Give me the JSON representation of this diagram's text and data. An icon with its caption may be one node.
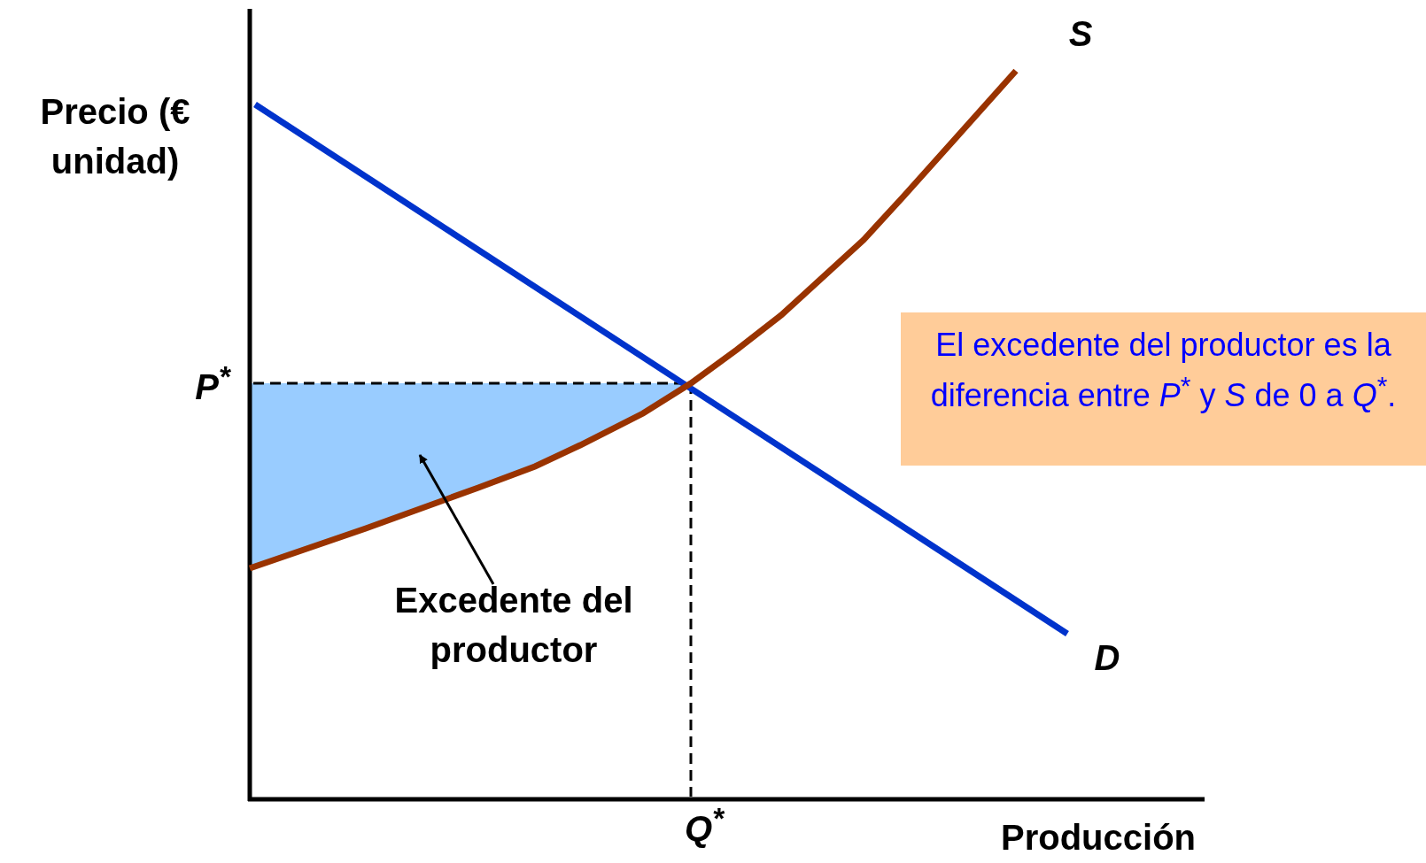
{
  "diagram": {
    "nodes": [
      {
        "text": [],
        "shape": "area"
      },
      {
        "text": [
          "Excedente del productor"
        ]
      },
      {
        "text": [
          "El excedente del productor es la diferencia entre *P*$^{*}$ y *S* de 0 a *Q*$^{*}$."
        ]
      }
    ],
    "edges": [
      {
        "from": 1,
        "to": 0,
        "arrow": "to"
      }
    ],
    "labels": [
      "S",
      "Precio (€ unidad)",
      "P$^{*}$",
      "D",
      "Q$^{*}$",
      "Producción"
    ]
  }
}
